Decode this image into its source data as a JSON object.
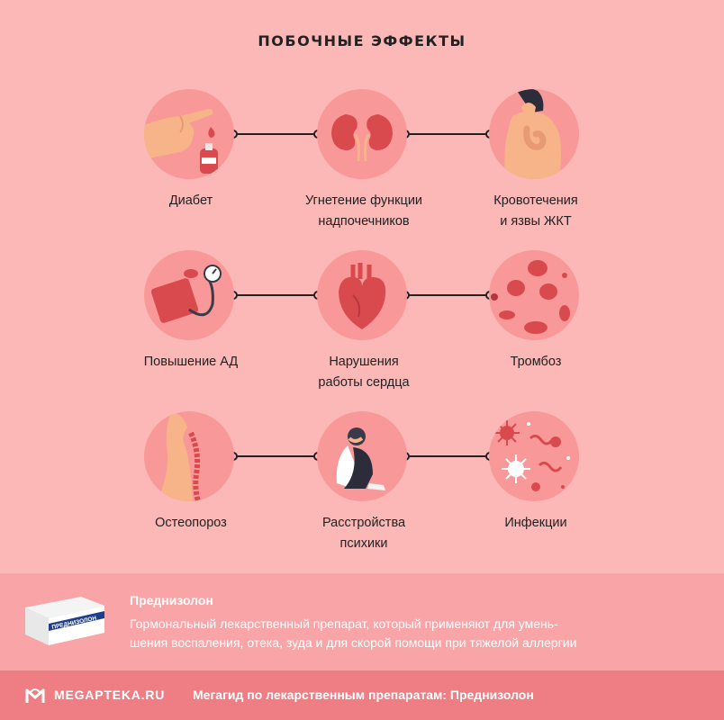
{
  "title": "ПОБОЧНЫЕ ЭФФЕКТЫ",
  "effects": [
    {
      "label": "Диабет",
      "icon": "finger-blood-drop-icon"
    },
    {
      "label": "Угнетение функции\nнадпочечников",
      "icon": "kidneys-icon"
    },
    {
      "label": "Кровотечения\nи язвы ЖКТ",
      "icon": "stomach-icon"
    },
    {
      "label": "Повышение АД",
      "icon": "blood-pressure-cuff-icon"
    },
    {
      "label": "Нарушения\nработы сердца",
      "icon": "heart-icon"
    },
    {
      "label": "Тромбоз",
      "icon": "blood-cells-icon"
    },
    {
      "label": "Остеопороз",
      "icon": "spine-icon"
    },
    {
      "label": "Расстройства\nпсихики",
      "icon": "distressed-person-icon"
    },
    {
      "label": "Инфекции",
      "icon": "microbes-icon"
    }
  ],
  "drug": {
    "name": "Преднизолон",
    "description": "Гормональный лекарственный препарат, который применяют для умень-\nшения воспаления, отека, зуда и для скорой помощи при тяжелой аллергии",
    "box_label": "ПРЕДНИЗОЛОН"
  },
  "footer": {
    "brand": "MEGAPTEKA.RU",
    "text": "Мегагид по лекарственным препаратам: Преднизолон"
  },
  "colors": {
    "background": "#fcb7b7",
    "circle": "#f99898",
    "info_band": "#f9a4a6",
    "footer_band": "#ee7e84",
    "accent_red": "#d94a4f"
  }
}
